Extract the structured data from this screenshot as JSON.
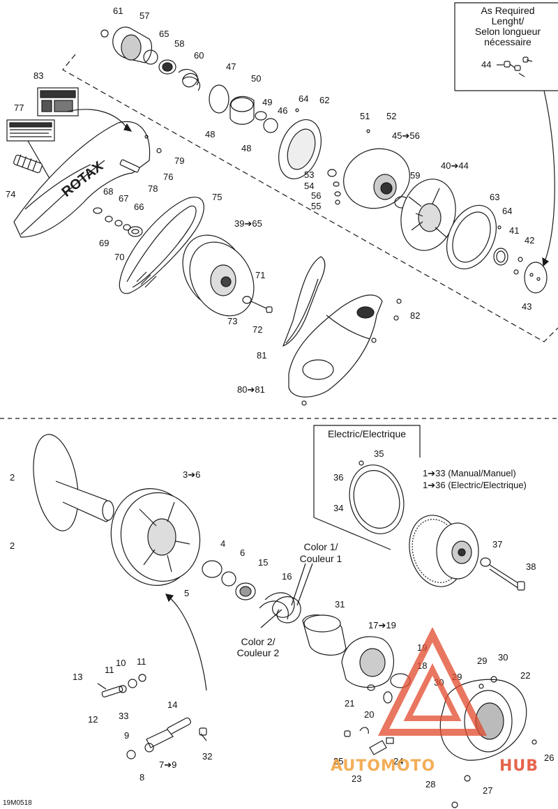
{
  "notes": {
    "as_required_line1": "As Required",
    "as_required_line2": "Lenght/",
    "as_required_line3": "Selon longueur",
    "as_required_line4": "nécessaire",
    "electric_box": "Electric/Electrique",
    "range_manual": "1➔33 (Manual/Manuel)",
    "range_electric": "1➔36 (Electric/Electrique)",
    "color1_line1": "Color 1/",
    "color1_line2": "Couleur 1",
    "color2_line1": "Color 2/",
    "color2_line2": "Couleur 2",
    "drawing_code": "19M0518"
  },
  "labels": {
    "p61": "61",
    "p57": "57",
    "p65": "65",
    "p58": "58",
    "p60": "60",
    "p47": "47",
    "p50": "50",
    "p83": "83",
    "p77": "77",
    "p64a": "64",
    "p62": "62",
    "p49": "49",
    "p46": "46",
    "p48a": "48",
    "p48b": "48",
    "p51": "51",
    "p52": "52",
    "p45": "45➔56",
    "p79": "79",
    "p76": "76",
    "p78": "78",
    "p53": "53",
    "p54": "54",
    "p56": "56",
    "p55": "55",
    "p59": "59",
    "p40": "40➔44",
    "p74": "74",
    "p68": "68",
    "p67": "67",
    "p66": "66",
    "p75": "75",
    "p39": "39➔65",
    "p63": "63",
    "p64b": "64",
    "p69": "69",
    "p70": "70",
    "p41": "41",
    "p42": "42",
    "p71": "71",
    "p73": "73",
    "p72": "72",
    "p43": "43",
    "p82": "82",
    "p81": "81",
    "p80": "80➔81",
    "p44": "44",
    "p2a": "2",
    "p2b": "2",
    "p3": "3➔6",
    "p35": "35",
    "p36": "36",
    "p34": "34",
    "p4": "4",
    "p6": "6",
    "p15": "15",
    "p16": "16",
    "p5": "5",
    "p37": "37",
    "p38": "38",
    "p31": "31",
    "p17": "17➔19",
    "p19": "19",
    "p18": "18",
    "p29a": "29",
    "p30a": "30",
    "p22": "22",
    "p13": "13",
    "p11a": "11",
    "p10": "10",
    "p11b": "11",
    "p12": "12",
    "p14": "14",
    "p33": "33",
    "p9a": "9",
    "p32": "32",
    "p7": "7➔9",
    "p8": "8",
    "p21": "21",
    "p20": "20",
    "p30b": "30",
    "p29b": "29",
    "p25": "25",
    "p24": "24",
    "p23": "23",
    "p26": "26",
    "p28": "28",
    "p27": "27"
  },
  "watermark": {
    "part1": "AUTOMOTO",
    "part2": "HUB",
    "color1": "#f2a03c",
    "color2": "#e2492c"
  },
  "colors": {
    "line": "#1a1a1a",
    "page": "#ffffff"
  }
}
